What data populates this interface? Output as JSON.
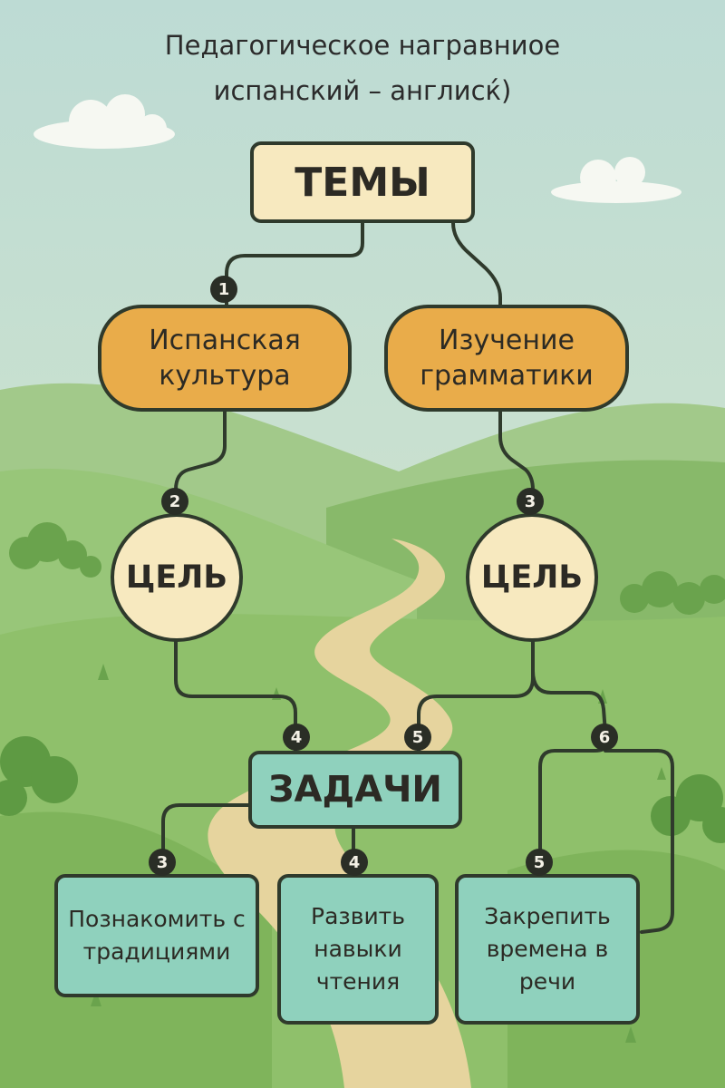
{
  "title": {
    "line1": "Педагогическое награвниое",
    "line2": "испанский – англисќ)"
  },
  "nodes": {
    "themes": "ТЕМЫ",
    "culture": "Испанская культура",
    "grammar": "Изучение грамматики",
    "goal_left": "ЦЕЛЬ",
    "goal_right": "ЦЕЛЬ",
    "tasks": "ЗАДАЧИ",
    "task_traditions": "Познакомить с традициями",
    "task_reading": "Развить навыки чтения",
    "task_tenses": "Закрепить времена в речи"
  },
  "badges": {
    "b1": "1",
    "b2": "2",
    "b3": "3",
    "b4": "4",
    "b5": "5",
    "b6": "6",
    "b7": "3",
    "b8": "4",
    "b9": "5"
  },
  "colors": {
    "node_cream": "#f7e9bf",
    "node_orange": "#e9ac4a",
    "node_teal": "#8fd1bd",
    "outline": "#2f3a2c",
    "badge": "#2a2e26"
  }
}
